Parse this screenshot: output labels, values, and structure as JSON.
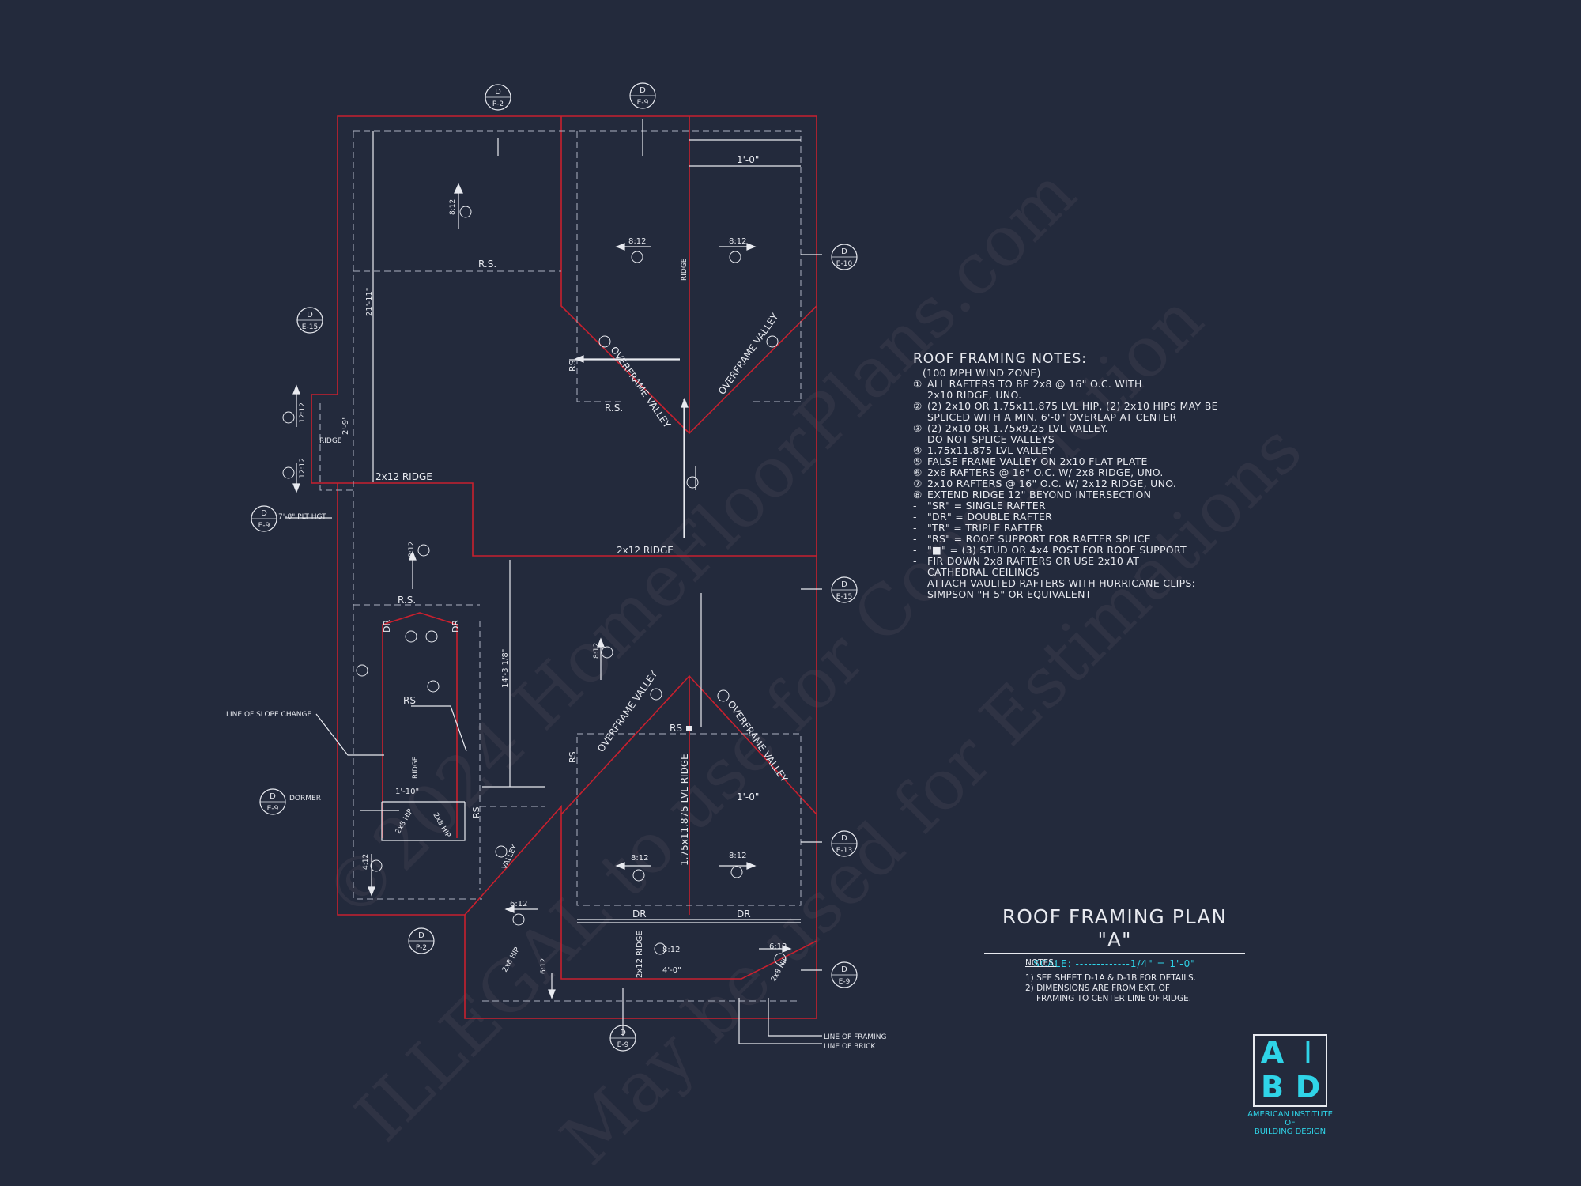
{
  "colors": {
    "background": "#232a3c",
    "walls": "#c8202e",
    "framing": "#e8eaf0",
    "accent": "#2fd4e8"
  },
  "drawing": {
    "title": "ROOF FRAMING PLAN \"A\"",
    "scale": "SCALE: -------------1/4\" = 1'-0\""
  },
  "framing_notes": {
    "title": "ROOF FRAMING NOTES:",
    "subtitle": "(100 MPH WIND ZONE)",
    "items": [
      {
        "mark": "①",
        "text": "ALL RAFTERS TO BE 2x8 @ 16\" O.C. WITH"
      },
      {
        "mark": "",
        "text": "2x10 RIDGE, UNO."
      },
      {
        "mark": "②",
        "text": "(2) 2x10 OR 1.75x11.875 LVL HIP, (2) 2x10 HIPS MAY BE"
      },
      {
        "mark": "",
        "text": "SPLICED WITH A MIN. 6'-0\" OVERLAP AT CENTER"
      },
      {
        "mark": "③",
        "text": "(2) 2x10 OR 1.75x9.25 LVL VALLEY."
      },
      {
        "mark": "",
        "text": "DO NOT SPLICE VALLEYS"
      },
      {
        "mark": "④",
        "text": "1.75x11.875 LVL VALLEY"
      },
      {
        "mark": "⑤",
        "text": "FALSE FRAME VALLEY ON 2x10 FLAT PLATE"
      },
      {
        "mark": "⑥",
        "text": "2x6 RAFTERS @ 16\" O.C. W/ 2x8 RIDGE, UNO."
      },
      {
        "mark": "⑦",
        "text": "2x10 RAFTERS @ 16\" O.C. W/ 2x12 RIDGE, UNO."
      },
      {
        "mark": "⑧",
        "text": "EXTEND RIDGE 12\" BEYOND INTERSECTION"
      },
      {
        "mark": "-",
        "text": "\"SR\" = SINGLE RAFTER"
      },
      {
        "mark": "-",
        "text": "\"DR\" = DOUBLE RAFTER"
      },
      {
        "mark": "-",
        "text": "\"TR\" = TRIPLE RAFTER"
      },
      {
        "mark": "-",
        "text": "\"RS\" = ROOF SUPPORT FOR RAFTER SPLICE"
      },
      {
        "mark": "-",
        "text": "\"■\"  = (3) STUD OR 4x4 POST FOR ROOF SUPPORT"
      },
      {
        "mark": "-",
        "text": "FIR DOWN 2x8 RAFTERS OR USE 2x10 AT"
      },
      {
        "mark": "",
        "text": "CATHEDRAL CEILINGS"
      },
      {
        "mark": "-",
        "text": "ATTACH VAULTED RAFTERS WITH HURRICANE CLIPS:"
      },
      {
        "mark": "",
        "text": "SIMPSON \"H-5\" OR EQUIVALENT"
      }
    ]
  },
  "general_notes": {
    "heading": "NOTES:",
    "items": [
      "1) SEE SHEET D-1A & D-1B FOR DETAILS.",
      "2) DIMENSIONS ARE FROM EXT. OF",
      "    FRAMING TO CENTER LINE OF RIDGE."
    ]
  },
  "logo": {
    "letters": [
      "A",
      "I",
      "B",
      "D"
    ],
    "name_lines": [
      "AMERICAN INSTITUTE",
      "OF",
      "BUILDING DESIGN"
    ]
  },
  "watermark": {
    "lines": [
      "©2024 HomeFloorPlans.com",
      "ILLEGAL to use for Construction",
      "May be used for Estimations"
    ]
  },
  "labels": {
    "rs": "R.S.",
    "rs2": "RS",
    "ridge": "RIDGE",
    "ridge_2x12": "2x12 RIDGE",
    "lvl_ridge": "1.75x11.875 LVL RIDGE",
    "overframe_valley": "OVERFRAME VALLEY",
    "valley": "VALLEY",
    "dr": "DR",
    "hip": "2x8 HIP",
    "dim_1_0": "1'-0\"",
    "dim_21_11": "21'-11\"",
    "dim_2_9": "2'-9\"",
    "dim_14_3": "14'-3 1/8\"",
    "dim_1_10": "1'-10\"",
    "dim_4_0": "4'-0\"",
    "plt_hgt": "7'-8\" PLT HGT",
    "line_slope": "LINE OF SLOPE CHANGE",
    "dormer": "DORMER",
    "line_framing": "LINE OF FRAMING",
    "line_brick": "LINE OF BRICK",
    "ridge_2x12_v": "2x12 RIDGE",
    "pitch_8": "8:12",
    "pitch_12": "12:12",
    "pitch_6": "6:12",
    "pitch_4": "4:12"
  },
  "section_tags": [
    {
      "letter": "D",
      "sheet": "P-2"
    },
    {
      "letter": "D",
      "sheet": "E-9"
    },
    {
      "letter": "D",
      "sheet": "E-10"
    },
    {
      "letter": "D",
      "sheet": "E-15"
    },
    {
      "letter": "D",
      "sheet": "E-9"
    },
    {
      "letter": "D",
      "sheet": "E-15"
    },
    {
      "letter": "D",
      "sheet": "E-9"
    },
    {
      "letter": "D",
      "sheet": "E-13"
    },
    {
      "letter": "D",
      "sheet": "P-2"
    },
    {
      "letter": "D",
      "sheet": "E-9"
    },
    {
      "letter": "D",
      "sheet": "E-9"
    }
  ]
}
